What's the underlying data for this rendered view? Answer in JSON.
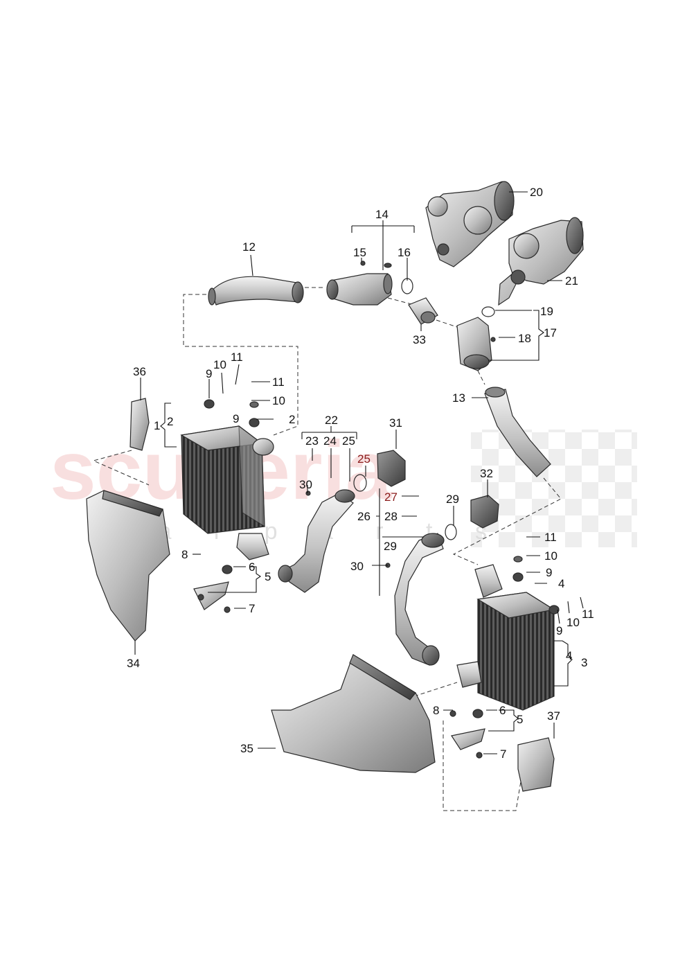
{
  "watermark": {
    "brand": "scuderia",
    "sub": "c a r   p a r t s",
    "brand_color": "#f4c6c6"
  },
  "callouts": [
    {
      "id": "c20",
      "text": "20"
    },
    {
      "id": "c14",
      "text": "14"
    },
    {
      "id": "c15",
      "text": "15"
    },
    {
      "id": "c16",
      "text": "16"
    },
    {
      "id": "c12",
      "text": "12"
    },
    {
      "id": "c21",
      "text": "21"
    },
    {
      "id": "c19",
      "text": "19"
    },
    {
      "id": "c17",
      "text": "17"
    },
    {
      "id": "c18",
      "text": "18"
    },
    {
      "id": "c33",
      "text": "33"
    },
    {
      "id": "c36",
      "text": "36"
    },
    {
      "id": "c9a",
      "text": "9"
    },
    {
      "id": "c10a",
      "text": "10"
    },
    {
      "id": "c11a",
      "text": "11"
    },
    {
      "id": "c11b",
      "text": "11"
    },
    {
      "id": "c10b",
      "text": "10"
    },
    {
      "id": "c9b",
      "text": "9"
    },
    {
      "id": "c2a",
      "text": "2"
    },
    {
      "id": "c1",
      "text": "1"
    },
    {
      "id": "c2b",
      "text": "2"
    },
    {
      "id": "c13",
      "text": "13"
    },
    {
      "id": "c22",
      "text": "22"
    },
    {
      "id": "c23",
      "text": "23"
    },
    {
      "id": "c24",
      "text": "24"
    },
    {
      "id": "c25a",
      "text": "25"
    },
    {
      "id": "c31",
      "text": "31"
    },
    {
      "id": "c25b",
      "text": "25"
    },
    {
      "id": "c32",
      "text": "32"
    },
    {
      "id": "c30a",
      "text": "30"
    },
    {
      "id": "c27",
      "text": "27"
    },
    {
      "id": "c29a",
      "text": "29"
    },
    {
      "id": "c26",
      "text": "26"
    },
    {
      "id": "c28",
      "text": "28"
    },
    {
      "id": "c29b",
      "text": "29"
    },
    {
      "id": "c30b",
      "text": "30"
    },
    {
      "id": "c8a",
      "text": "8"
    },
    {
      "id": "c6a",
      "text": "6"
    },
    {
      "id": "c5a",
      "text": "5"
    },
    {
      "id": "c7a",
      "text": "7"
    },
    {
      "id": "c11c",
      "text": "11"
    },
    {
      "id": "c10c",
      "text": "10"
    },
    {
      "id": "c9c",
      "text": "9"
    },
    {
      "id": "c4a",
      "text": "4"
    },
    {
      "id": "c10d",
      "text": "10"
    },
    {
      "id": "c11d",
      "text": "11"
    },
    {
      "id": "c9d",
      "text": "9"
    },
    {
      "id": "c34",
      "text": "34"
    },
    {
      "id": "c4b",
      "text": "4"
    },
    {
      "id": "c3",
      "text": "3"
    },
    {
      "id": "c8b",
      "text": "8"
    },
    {
      "id": "c6b",
      "text": "6"
    },
    {
      "id": "c37",
      "text": "37"
    },
    {
      "id": "c5b",
      "text": "5"
    },
    {
      "id": "c35",
      "text": "35"
    },
    {
      "id": "c7b",
      "text": "7"
    }
  ]
}
